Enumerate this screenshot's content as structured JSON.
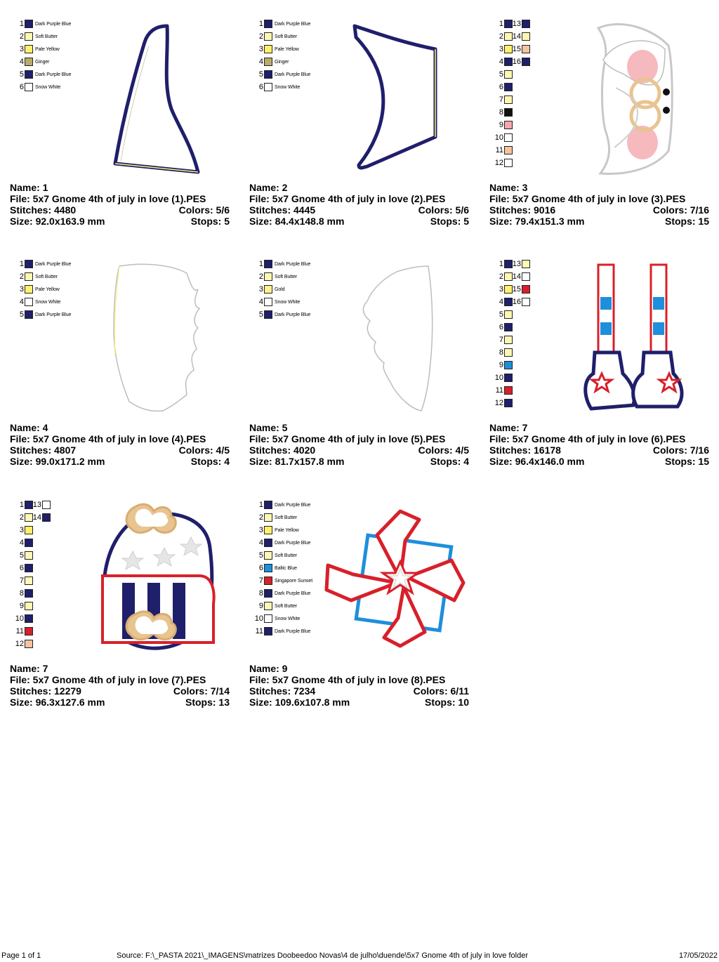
{
  "swatches": {
    "Dark Purple Blue": "#1f1f6b",
    "Soft Butter": "#fff8b5",
    "Pale Yellow": "#fff26a",
    "Ginger": "#b7ad6a",
    "Snow White": "#ffffff",
    "Gold": "#fff28f",
    "Baltic Blue": "#1d8fdc",
    "Singapore Sunset": "#d8202a",
    "Black": "#111111",
    "Pink": "#f4a7ae",
    "Peach": "#f6c3a0"
  },
  "cells": [
    {
      "legend": [
        {
          "n": "1",
          "c": "#1f1f6b",
          "label": "Dark Purple Blue"
        },
        {
          "n": "2",
          "c": "#fff8b5",
          "label": "Soft Butter"
        },
        {
          "n": "3",
          "c": "#fff26a",
          "label": "Pale Yellow"
        },
        {
          "n": "4",
          "c": "#b7ad6a",
          "label": "Ginger"
        },
        {
          "n": "5",
          "c": "#1f1f6b",
          "label": "Dark Purple Blue"
        },
        {
          "n": "6",
          "c": "#ffffff",
          "label": "Snow White"
        }
      ],
      "legend2": [],
      "name": "Name: 1",
      "file": "File: 5x7  Gnome 4th of july in love (1).PES",
      "stitches": "Stitches: 4480",
      "colors": "Colors: 5/6",
      "size": "Size: 92.0x163.9 mm",
      "stops": "Stops: 5"
    },
    {
      "legend": [
        {
          "n": "1",
          "c": "#1f1f6b",
          "label": "Dark Purple Blue"
        },
        {
          "n": "2",
          "c": "#fff8b5",
          "label": "Soft Butter"
        },
        {
          "n": "3",
          "c": "#fff26a",
          "label": "Pale Yellow"
        },
        {
          "n": "4",
          "c": "#b7ad6a",
          "label": "Ginger"
        },
        {
          "n": "5",
          "c": "#1f1f6b",
          "label": "Dark Purple Blue"
        },
        {
          "n": "6",
          "c": "#ffffff",
          "label": "Snow White"
        }
      ],
      "legend2": [],
      "name": "Name: 2",
      "file": "File: 5x7  Gnome 4th of july in love (2).PES",
      "stitches": "Stitches: 4445",
      "colors": "Colors: 5/6",
      "size": "Size: 84.4x148.8 mm",
      "stops": "Stops: 5"
    },
    {
      "legend": [
        {
          "n": "1",
          "c": "#1f1f6b",
          "label": ""
        },
        {
          "n": "2",
          "c": "#fff8b5",
          "label": ""
        },
        {
          "n": "3",
          "c": "#fff26a",
          "label": ""
        },
        {
          "n": "4",
          "c": "#1f1f6b",
          "label": ""
        },
        {
          "n": "5",
          "c": "#fff8b5",
          "label": ""
        },
        {
          "n": "6",
          "c": "#1f1f6b",
          "label": ""
        },
        {
          "n": "7",
          "c": "#fff8b5",
          "label": ""
        },
        {
          "n": "8",
          "c": "#111111",
          "label": ""
        },
        {
          "n": "9",
          "c": "#f4a7ae",
          "label": ""
        },
        {
          "n": "10",
          "c": "#ffffff",
          "label": ""
        },
        {
          "n": "11",
          "c": "#f6c3a0",
          "label": ""
        },
        {
          "n": "12",
          "c": "#ffffff",
          "label": ""
        }
      ],
      "legend2": [
        {
          "n": "13",
          "c": "#1f1f6b"
        },
        {
          "n": "14",
          "c": "#fff8b5"
        },
        {
          "n": "15",
          "c": "#f6c3a0"
        },
        {
          "n": "16",
          "c": "#1f1f6b"
        }
      ],
      "name": "Name: 3",
      "file": "File: 5x7  Gnome 4th of july in love (3).PES",
      "stitches": "Stitches: 9016",
      "colors": "Colors: 7/16",
      "size": "Size: 79.4x151.3 mm",
      "stops": "Stops: 15"
    },
    {
      "legend": [
        {
          "n": "1",
          "c": "#1f1f6b",
          "label": "Dark Purple Blue"
        },
        {
          "n": "2",
          "c": "#fff8b5",
          "label": "Soft Butter"
        },
        {
          "n": "3",
          "c": "#fff26a",
          "label": "Pale Yellow"
        },
        {
          "n": "4",
          "c": "#ffffff",
          "label": "Snow White"
        },
        {
          "n": "5",
          "c": "#1f1f6b",
          "label": "Dark Purple Blue"
        }
      ],
      "legend2": [],
      "name": "Name: 4",
      "file": "File: 5x7  Gnome 4th of july in love (4).PES",
      "stitches": "Stitches: 4807",
      "colors": "Colors: 4/5",
      "size": "Size: 99.0x171.2 mm",
      "stops": "Stops: 4"
    },
    {
      "legend": [
        {
          "n": "1",
          "c": "#1f1f6b",
          "label": "Dark Purple Blue"
        },
        {
          "n": "2",
          "c": "#fff8b5",
          "label": "Soft Butter"
        },
        {
          "n": "3",
          "c": "#fff28f",
          "label": "Gold"
        },
        {
          "n": "4",
          "c": "#ffffff",
          "label": "Snow White"
        },
        {
          "n": "5",
          "c": "#1f1f6b",
          "label": "Dark Purple Blue"
        }
      ],
      "legend2": [],
      "name": "Name: 5",
      "file": "File: 5x7  Gnome 4th of july in love (5).PES",
      "stitches": "Stitches: 4020",
      "colors": "Colors: 4/5",
      "size": "Size: 81.7x157.8 mm",
      "stops": "Stops: 4"
    },
    {
      "legend": [
        {
          "n": "1",
          "c": "#1f1f6b",
          "label": ""
        },
        {
          "n": "2",
          "c": "#fff8b5",
          "label": ""
        },
        {
          "n": "3",
          "c": "#fff26a",
          "label": ""
        },
        {
          "n": "4",
          "c": "#1f1f6b",
          "label": ""
        },
        {
          "n": "5",
          "c": "#fff8b5",
          "label": ""
        },
        {
          "n": "6",
          "c": "#1f1f6b",
          "label": ""
        },
        {
          "n": "7",
          "c": "#fff8b5",
          "label": ""
        },
        {
          "n": "8",
          "c": "#fff8b5",
          "label": ""
        },
        {
          "n": "9",
          "c": "#1d8fdc",
          "label": ""
        },
        {
          "n": "10",
          "c": "#1f1f6b",
          "label": ""
        },
        {
          "n": "11",
          "c": "#d8202a",
          "label": ""
        },
        {
          "n": "12",
          "c": "#1f1f6b",
          "label": ""
        }
      ],
      "legend2": [
        {
          "n": "13",
          "c": "#fff8b5"
        },
        {
          "n": "14",
          "c": "#ffffff"
        },
        {
          "n": "15",
          "c": "#d8202a"
        },
        {
          "n": "16",
          "c": "#ffffff"
        }
      ],
      "name": "Name: 7",
      "file": "File: 5x7  Gnome 4th of july in love (6).PES",
      "stitches": "Stitches: 16178",
      "colors": "Colors: 7/16",
      "size": "Size: 96.4x146.0 mm",
      "stops": "Stops: 15"
    },
    {
      "legend": [
        {
          "n": "1",
          "c": "#1f1f6b",
          "label": ""
        },
        {
          "n": "2",
          "c": "#fff8b5",
          "label": ""
        },
        {
          "n": "3",
          "c": "#fff26a",
          "label": ""
        },
        {
          "n": "4",
          "c": "#1f1f6b",
          "label": ""
        },
        {
          "n": "5",
          "c": "#fff8b5",
          "label": ""
        },
        {
          "n": "6",
          "c": "#1f1f6b",
          "label": ""
        },
        {
          "n": "7",
          "c": "#fff8b5",
          "label": ""
        },
        {
          "n": "8",
          "c": "#1f1f6b",
          "label": ""
        },
        {
          "n": "9",
          "c": "#fff8b5",
          "label": ""
        },
        {
          "n": "10",
          "c": "#1f1f6b",
          "label": ""
        },
        {
          "n": "11",
          "c": "#d8202a",
          "label": ""
        },
        {
          "n": "12",
          "c": "#f6c3a0",
          "label": ""
        }
      ],
      "legend2": [
        {
          "n": "13",
          "c": "#ffffff"
        },
        {
          "n": "14",
          "c": "#1f1f6b"
        }
      ],
      "name": "Name: 7",
      "file": "File: 5x7  Gnome 4th of july in love (7).PES",
      "stitches": "Stitches: 12279",
      "colors": "Colors: 7/14",
      "size": "Size: 96.3x127.6 mm",
      "stops": "Stops: 13"
    },
    {
      "legend": [
        {
          "n": "1",
          "c": "#1f1f6b",
          "label": "Dark Purple Blue"
        },
        {
          "n": "2",
          "c": "#fff8b5",
          "label": "Soft Butter"
        },
        {
          "n": "3",
          "c": "#fff26a",
          "label": "Pale Yellow"
        },
        {
          "n": "4",
          "c": "#1f1f6b",
          "label": "Dark Purple Blue"
        },
        {
          "n": "5",
          "c": "#fff8b5",
          "label": "Soft Butter"
        },
        {
          "n": "6",
          "c": "#1d8fdc",
          "label": "Baltic Blue"
        },
        {
          "n": "7",
          "c": "#d8202a",
          "label": "Singapore Sunset"
        },
        {
          "n": "8",
          "c": "#1f1f6b",
          "label": "Dark Purple Blue"
        },
        {
          "n": "9",
          "c": "#fff8b5",
          "label": "Soft Butter"
        },
        {
          "n": "10",
          "c": "#ffffff",
          "label": "Snow White"
        },
        {
          "n": "11",
          "c": "#1f1f6b",
          "label": "Dark Purple Blue"
        }
      ],
      "legend2": [],
      "name": "Name: 9",
      "file": "File: 5x7  Gnome 4th of july in love (8).PES",
      "stitches": "Stitches: 7234",
      "colors": "Colors: 6/11",
      "size": "Size: 109.6x107.8 mm",
      "stops": "Stops: 10"
    }
  ],
  "footer": {
    "page": "Page 1 of 1",
    "source": "Source: F:\\_PASTA 2021\\_IMAGENS\\matrizes Doobeedoo Novas\\4 de julho\\duende\\5x7 Gnome 4th of july in love folder",
    "date": "17/05/2022"
  }
}
